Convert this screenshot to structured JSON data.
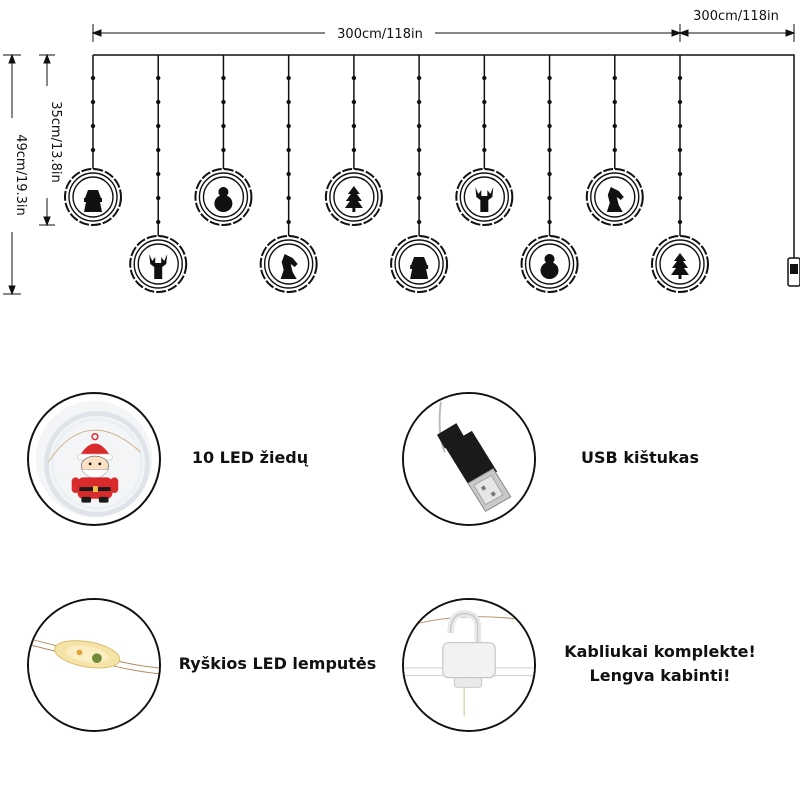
{
  "dimensions": {
    "main_width": "300cm/118in",
    "lead_width": "300cm/118in",
    "short_drop": "35cm/13.8in",
    "long_drop": "49cm/19.3in"
  },
  "rings": {
    "count": 10,
    "figures": [
      "santa-icon",
      "reindeer-icon",
      "snowman-icon",
      "horse-icon",
      "tree-icon",
      "santa-icon",
      "reindeer-icon",
      "snowman-icon",
      "horse-icon",
      "tree-icon"
    ]
  },
  "features": [
    {
      "label": "10 LED žiedų",
      "icon": "santa-ring-photo"
    },
    {
      "label": "USB kištukas",
      "icon": "usb-plug-photo"
    },
    {
      "label": "Ryškios LED lemputės",
      "icon": "led-bulb-photo"
    },
    {
      "label_line1": "Kabliukai komplekte!",
      "label_line2": "Lengva kabinti!",
      "icon": "hook-photo"
    }
  ],
  "colors": {
    "line": "#111111",
    "santa_red": "#d92b2b",
    "usb_black": "#1a1a1a"
  }
}
